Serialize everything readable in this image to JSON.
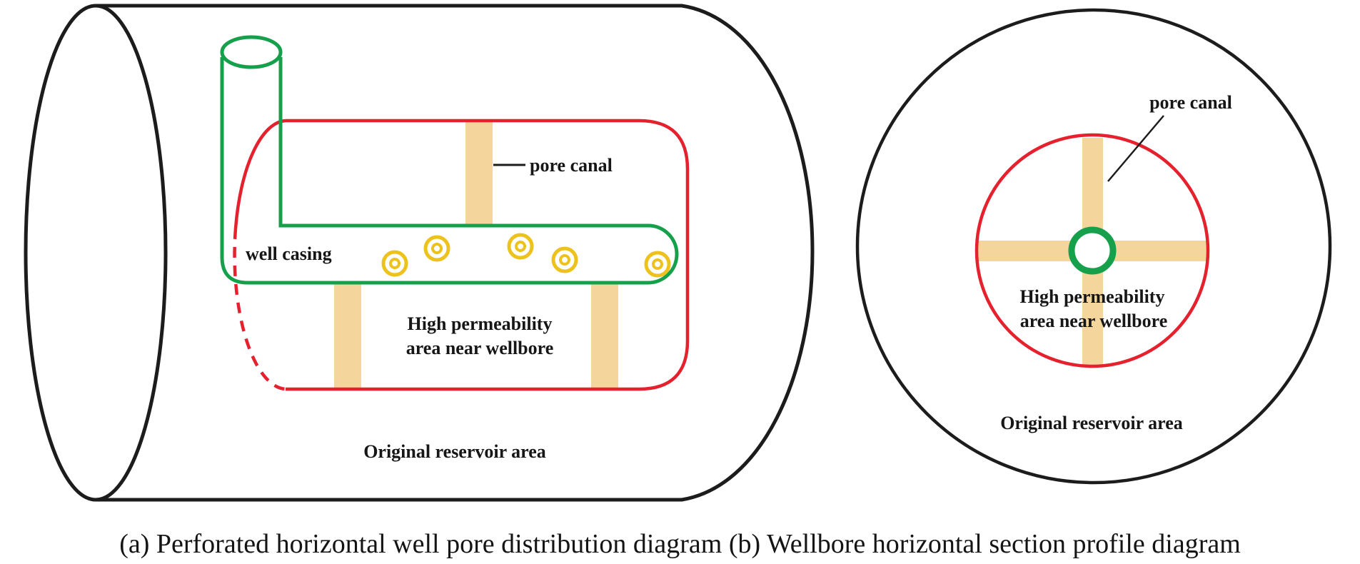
{
  "colors": {
    "black": "#1c1c1c",
    "red": "#e5212e",
    "green": "#16a04b",
    "tan": "#f4d69c",
    "yellow": "#eec21d"
  },
  "diagram_a": {
    "labels": {
      "pore_canal": "pore canal",
      "well_casing": "well casing",
      "high_permeability_line1": "High permeability",
      "high_permeability_line2": "area near wellbore",
      "original_reservoir": "Original reservoir area"
    }
  },
  "diagram_b": {
    "labels": {
      "pore_canal": "pore canal",
      "high_permeability_line1": "High permeability",
      "high_permeability_line2": "area near wellbore",
      "original_reservoir": "Original reservoir area"
    }
  },
  "caption": "(a) Perforated horizontal well pore distribution diagram (b) Wellbore horizontal section profile diagram"
}
